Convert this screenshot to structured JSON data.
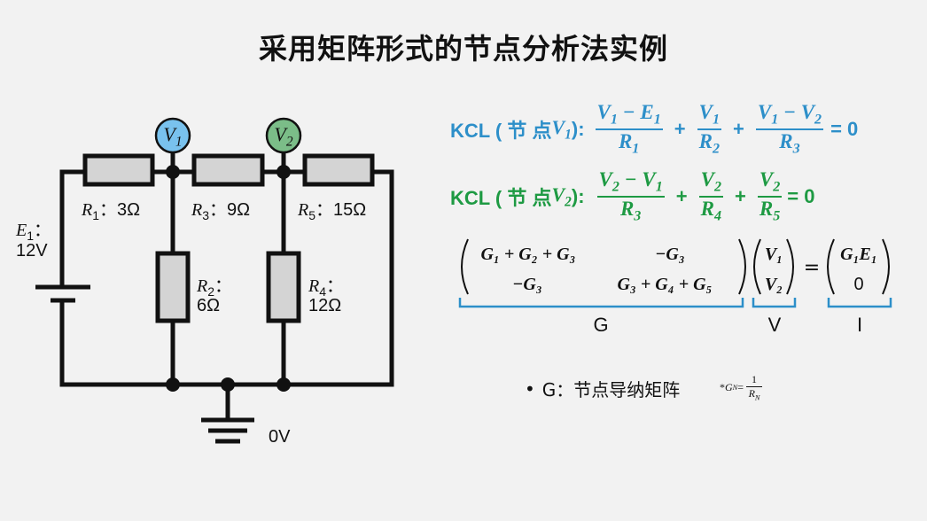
{
  "title": "采用矩阵形式的节点分析法实例",
  "circuit": {
    "node1_letter": "V",
    "node1_sub": "1",
    "node2_letter": "V",
    "node2_sub": "2",
    "source_letter": "E",
    "source_sub": "1",
    "source_colon": "：",
    "source_value": "12V",
    "r1": {
      "letter": "R",
      "sub": "1",
      "value": "：3Ω"
    },
    "r2": {
      "letter": "R",
      "sub": "2",
      "colon": "：",
      "value": "6Ω"
    },
    "r3": {
      "letter": "R",
      "sub": "3",
      "value": "：9Ω"
    },
    "r4": {
      "letter": "R",
      "sub": "4",
      "colon": "：",
      "value": "12Ω"
    },
    "r5": {
      "letter": "R",
      "sub": "5",
      "value": "：15Ω"
    },
    "ground_label": "0V",
    "colors": {
      "wire": "#111111",
      "resistor_fill": "#d4d4d4",
      "node1": "#79c2ee",
      "node2": "#7bbd88"
    }
  },
  "kcl1": {
    "prefix": "KCL ( 节 点 ",
    "node_letter": "V",
    "node_sub": "1",
    "suffix": "):",
    "t1_num": {
      "a": "V",
      "as": "1",
      "op": " − ",
      "b": "E",
      "bs": "1"
    },
    "t1_den": {
      "a": "R",
      "as": "1"
    },
    "plus1": "+",
    "t2_num": {
      "a": "V",
      "as": "1"
    },
    "t2_den": {
      "a": "R",
      "as": "2"
    },
    "plus2": "+",
    "t3_num": {
      "a": "V",
      "as": "1",
      "op": " − ",
      "b": "V",
      "bs": "2"
    },
    "t3_den": {
      "a": "R",
      "as": "3"
    },
    "rhs": "= 0",
    "color": "#2d8fc9"
  },
  "kcl2": {
    "prefix": "KCL ( 节  点 ",
    "node_letter": "V",
    "node_sub": "2",
    "suffix": "):",
    "t1_num": {
      "a": "V",
      "as": "2",
      "op": " − ",
      "b": "V",
      "bs": "1"
    },
    "t1_den": {
      "a": "R",
      "as": "3"
    },
    "plus1": "+",
    "t2_num": {
      "a": "V",
      "as": "2"
    },
    "t2_den": {
      "a": "R",
      "as": "4"
    },
    "plus2": "+",
    "t3_num": {
      "a": "V",
      "as": "2"
    },
    "t3_den": {
      "a": "R",
      "as": "5"
    },
    "rhs": "= 0",
    "color": "#1e9a43"
  },
  "matrix": {
    "g11": "G₁ + G₂ + G₃",
    "g12": "−G₃",
    "g21": "−G₃",
    "g22": "G₃ + G₄ + G₅",
    "v1": "V₁",
    "v2": "V₂",
    "equals": "=",
    "i1": "G₁E₁",
    "i2": "0",
    "brace_labels": [
      "G",
      "V",
      "I"
    ],
    "brace_color": "#2d8fc9"
  },
  "note": {
    "bullet": "•",
    "text": "G：节点导纳矩阵",
    "formula_star": "*",
    "formula_lhs": "G",
    "formula_lhs_sub": "N",
    "formula_eq": " =",
    "formula_num": "1",
    "formula_den": "R",
    "formula_den_sub": "N"
  }
}
